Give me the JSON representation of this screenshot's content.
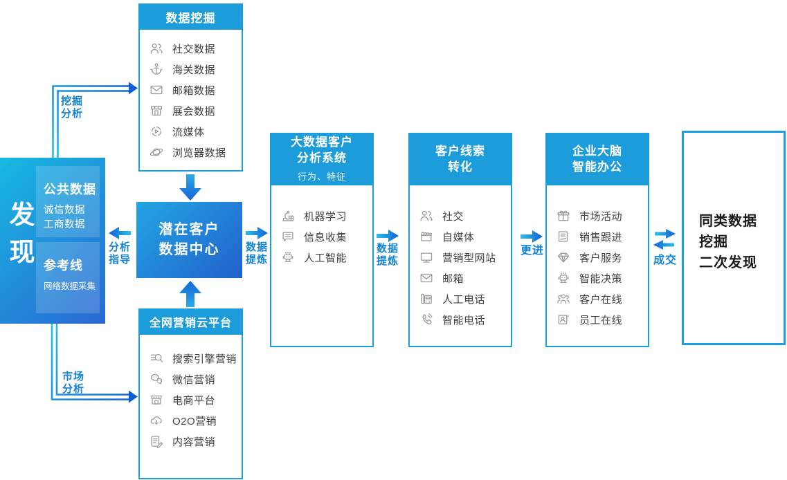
{
  "colors": {
    "header_blue": "#1C9CDA",
    "border_blue": "#1E9FDC",
    "gradient_cyan": "#2CC0E8",
    "gradient_blue": "#1160D6",
    "label_blue": "#1283D6",
    "item_text": "#404040",
    "icon_gray": "#9a9a9a"
  },
  "discover": {
    "title": "发现",
    "panels": [
      {
        "lines": [
          "公共数据",
          "诚信数据",
          "工商数据"
        ]
      },
      {
        "lines": [
          "参考线",
          "网络数据采集"
        ]
      }
    ]
  },
  "data_mining": {
    "title": "数据挖掘",
    "items": [
      {
        "icon": "people-icon",
        "label": "社交数据"
      },
      {
        "icon": "anchor-icon",
        "label": "海关数据"
      },
      {
        "icon": "mail-icon",
        "label": "邮箱数据"
      },
      {
        "icon": "booth-icon",
        "label": "展会数据"
      },
      {
        "icon": "stream-media-icon",
        "label": "流媒体"
      },
      {
        "icon": "browser-icon",
        "label": "浏览器数据"
      }
    ]
  },
  "data_center": {
    "title_lines": [
      "潜在客户",
      "数据中心"
    ]
  },
  "marketing_cloud": {
    "title": "全网营销云平台",
    "items": [
      {
        "icon": "search-engine-icon",
        "label": "搜索引擎营销"
      },
      {
        "icon": "wechat-icon",
        "label": "微信营销"
      },
      {
        "icon": "shop-icon",
        "label": "电商平台"
      },
      {
        "icon": "cloud-o2o-icon",
        "label": "O2O营销"
      },
      {
        "icon": "content-doc-icon",
        "label": "内容营销"
      }
    ]
  },
  "analysis_system": {
    "title_lines": [
      "大数据客户",
      "分析系统"
    ],
    "subtitle": "行为、特征",
    "items": [
      {
        "icon": "machine-learning-icon",
        "label": "机器学习"
      },
      {
        "icon": "chat-collect-icon",
        "label": "信息收集"
      },
      {
        "icon": "robot-icon",
        "label": "人工智能"
      }
    ]
  },
  "lead_conversion": {
    "title_lines": [
      "客户线索",
      "转化"
    ],
    "items": [
      {
        "icon": "people-icon",
        "label": "社交"
      },
      {
        "icon": "clapper-icon",
        "label": "自媒体"
      },
      {
        "icon": "monitor-icon",
        "label": "营销型网站"
      },
      {
        "icon": "mail-icon",
        "label": "邮箱"
      },
      {
        "icon": "desk-phone-icon",
        "label": "人工电话"
      },
      {
        "icon": "smart-phone-icon",
        "label": "智能电话"
      }
    ]
  },
  "enterprise_brain": {
    "title_lines": [
      "企业大脑",
      "智能办公"
    ],
    "items": [
      {
        "icon": "gift-icon",
        "label": "市场活动"
      },
      {
        "icon": "sales-doc-icon",
        "label": "销售跟进"
      },
      {
        "icon": "diamond-icon",
        "label": "客户服务"
      },
      {
        "icon": "robot-icon",
        "label": "智能决策"
      },
      {
        "icon": "group-icon",
        "label": "客户在线"
      },
      {
        "icon": "badge-icon",
        "label": "员工在线"
      }
    ]
  },
  "rediscovery": {
    "lines": [
      "同类数据",
      "挖掘",
      "二次发现"
    ]
  },
  "flow_labels": {
    "mining_analysis": [
      "挖掘",
      "分析"
    ],
    "market_analysis": [
      "市场",
      "分析"
    ],
    "analysis_guidance": [
      "分析",
      "指导"
    ],
    "data_refine_1": [
      "数据",
      "提炼"
    ],
    "data_refine_2": [
      "数据",
      "提炼"
    ],
    "follow_up": "更进",
    "deal": "成交"
  }
}
